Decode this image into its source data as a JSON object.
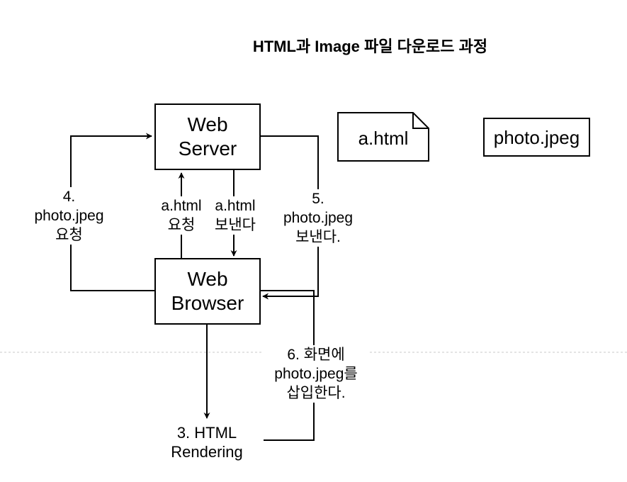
{
  "title": "HTML과 Image 파일 다운로드 과정",
  "nodes": {
    "web_server": [
      "Web",
      "Server"
    ],
    "web_browser": [
      "Web",
      "Browser"
    ],
    "a_html_file": "a.html",
    "photo_file": "photo.jpeg",
    "rendering": [
      "3. HTML",
      "Rendering"
    ]
  },
  "edge_labels": {
    "request_html": [
      "a.html",
      "요청"
    ],
    "send_html": [
      "a.html",
      "보낸다"
    ],
    "request_photo": [
      "4.",
      "photo.jpeg",
      "요청"
    ],
    "send_photo": [
      "5.",
      "photo.jpeg",
      "보낸다."
    ],
    "insert_photo": [
      "6. 화면에",
      "photo.jpeg를",
      "삽입한다."
    ]
  }
}
